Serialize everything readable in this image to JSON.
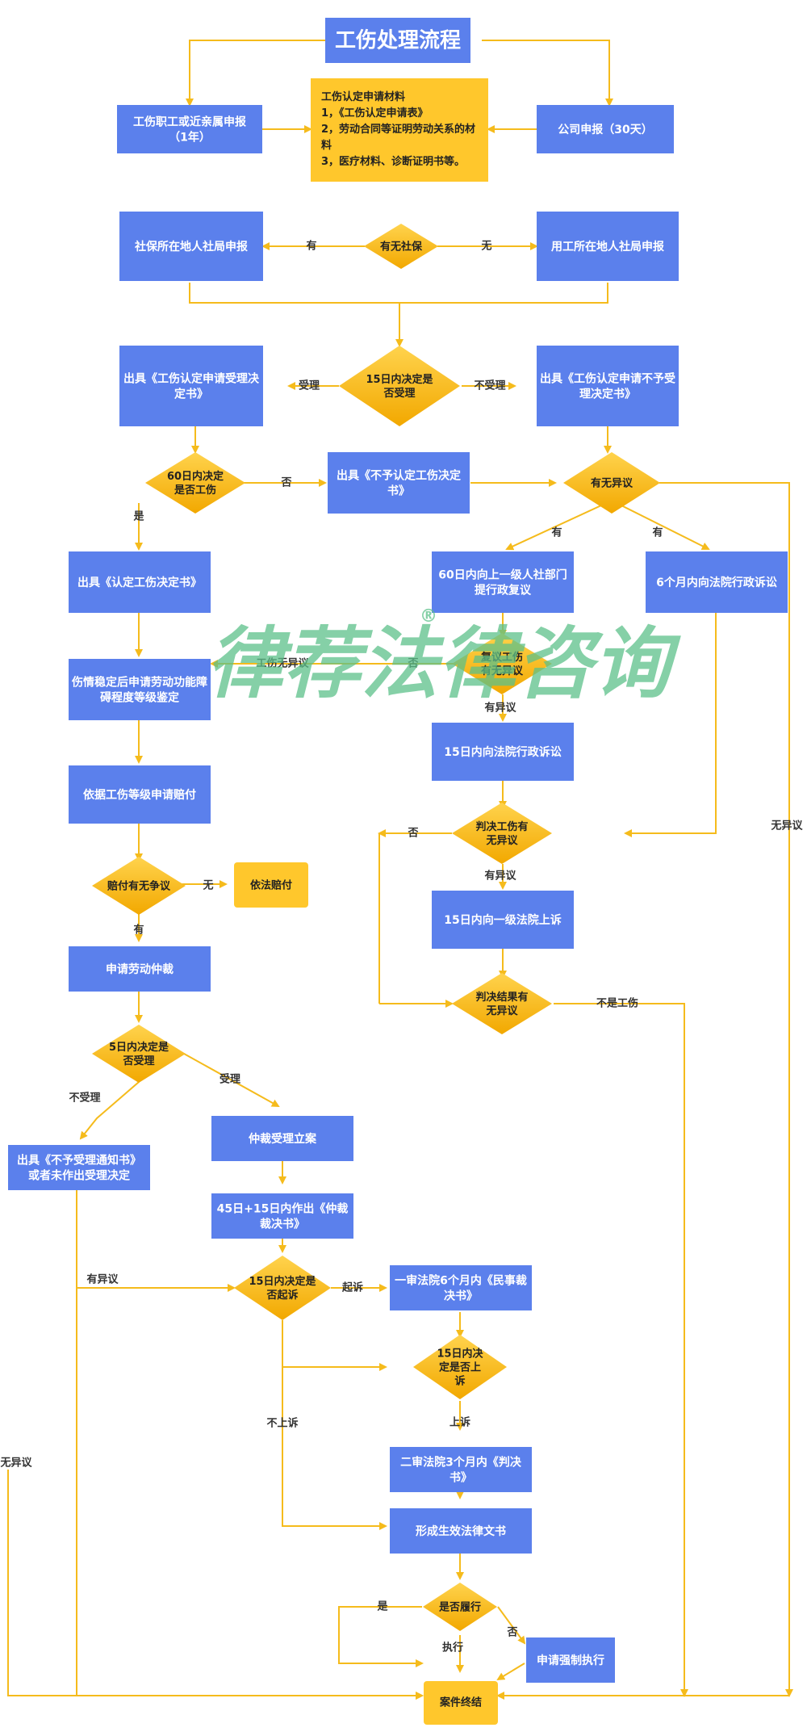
{
  "title": "工伤处理流程",
  "boxes": {
    "worker_report": "工伤职工或近亲属申报|（1年）",
    "company_report": "公司申报（30天）",
    "shebao_local": "社保所在地人社局申报",
    "employer_local": "用工所在地人社局申报",
    "accept_decision": "出具《工伤认定申请受理决|定书》",
    "reject_decision": "出具《工伤认定申请不予受|理决定书》",
    "not_recognized": "出具《不予认定工伤决定|书》",
    "recognized": "出具《认定工伤决定书》",
    "review": "60日内向上一级人社部门|提行政复议",
    "lawsuit_6m": "6个月内向法院行政诉讼",
    "disability_assess": "伤情稳定后申请劳动功能障|碍程度等级鉴定",
    "lawsuit_15d": "15日内向法院行政诉讼",
    "compensation_apply": "依据工伤等级申请赔付",
    "lawful_pay": "依法赔付",
    "appeal_15d": "15日内向一级法院上诉",
    "arbitration_apply": "申请劳动仲裁",
    "arb_filed": "仲裁受理立案",
    "no_accept_notice": "出具《不予受理通知书》|或者未作出受理决定",
    "arb_award": "45日+15日内作出《仲裁|裁决书》",
    "first_instance": "一审法院6个月内《民事裁|决书》",
    "second_instance": "二审法院3个月内《判决|书》",
    "effective_doc": "形成生效法律文书",
    "enforce": "申请强制执行",
    "case_end": "案件终结"
  },
  "materials": {
    "heading": "工伤认定申请材料",
    "lines": [
      "1，《工伤认定申请表》",
      "2，劳动合同等证明劳动关系的材",
      "料",
      "3，医疗材料、诊断证明书等。"
    ]
  },
  "decisions": {
    "has_social_ins": "有无社保",
    "accept_15d": "15日内决定是|否受理",
    "injury_60d": "60日内决定|是否工伤",
    "objection1": "有无异议",
    "review_obj": "复议工伤|有无异议",
    "judge_obj": "判决工伤有|无异议",
    "pay_dispute": "赔付有无争议",
    "verdict_obj": "判决结果有|无异议",
    "arb_accept_5d": "5日内决定是|否受理",
    "sue_15d": "15日内决定是|否起诉",
    "appeal_decide": "15日内决|定是否上|诉",
    "performed": "是否履行"
  },
  "edge_labels": {
    "have": "有",
    "none": "无",
    "accept": "受理",
    "no_accept": "不受理",
    "no": "否",
    "yes": "是",
    "have2": "有",
    "have3": "有",
    "work_injury_no_obj": "工伤无异议",
    "no2": "否",
    "has_obj": "有异议",
    "no3": "否",
    "has_obj2": "有异议",
    "none2": "无",
    "have4": "有",
    "not_injury": "不是工伤",
    "no_obj_right": "无异议",
    "no_accept2": "不受理",
    "accept2": "受理",
    "has_obj3": "有异议",
    "sue": "起诉",
    "no_appeal": "不上诉",
    "appeal": "上诉",
    "no_obj_left": "无异议",
    "yes2": "是",
    "no4": "否",
    "execute": "执行"
  },
  "watermark": {
    "text": "律荐法律咨询",
    "reg": "®"
  },
  "colors": {
    "box": "#5b80ec",
    "diamond": "#f5bb1c",
    "line": "#f5bb1c",
    "watermark": "#5cc08a"
  }
}
